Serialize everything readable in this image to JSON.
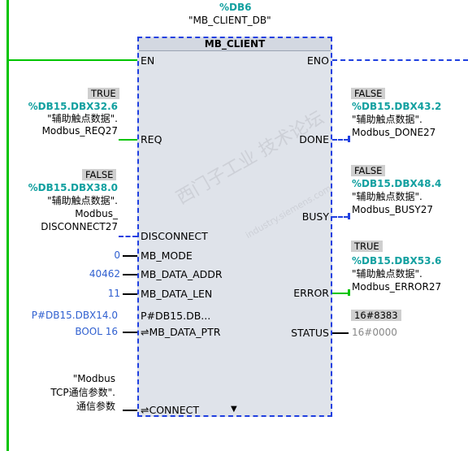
{
  "instance": {
    "db": "%DB6",
    "db_name": "\"MB_CLIENT_DB\""
  },
  "block": {
    "title": "MB_CLIENT"
  },
  "pins_left": {
    "en": "EN",
    "req": "REQ",
    "disconnect": "DISCONNECT",
    "mb_mode": "MB_MODE",
    "mb_data_addr": "MB_DATA_ADDR",
    "mb_data_len": "MB_DATA_LEN",
    "mb_data_ptr_val": "P#DB15.DB...",
    "mb_data_ptr": "⇌MB_DATA_PTR",
    "connect": "⇌CONNECT"
  },
  "pins_right": {
    "eno": "ENO",
    "done": "DONE",
    "busy": "BUSY",
    "error": "ERROR",
    "status": "STATUS"
  },
  "inputs": {
    "req": {
      "state": "TRUE",
      "addr": "%DB15.DBX32.6",
      "line1": "\"辅助触点数据\".",
      "line2": "Modbus_REQ27"
    },
    "disconnect": {
      "state": "FALSE",
      "addr": "%DB15.DBX38.0",
      "line1": "\"辅助触点数据\".",
      "line2": "Modbus_",
      "line3": "DISCONNECT27"
    },
    "mb_mode": "0",
    "mb_data_addr": "40462",
    "mb_data_len": "11",
    "mb_data_ptr": {
      "line1": "P#DB15.DBX14.0",
      "line2": "BOOL 16"
    },
    "connect": {
      "line1": "\"Modbus",
      "line2": "TCP通信参数\".",
      "line3": "通信参数"
    }
  },
  "outputs": {
    "done": {
      "state": "FALSE",
      "addr": "%DB15.DBX43.2",
      "line1": "\"辅助触点数据\".",
      "line2": "Modbus_DONE27"
    },
    "busy": {
      "state": "FALSE",
      "addr": "%DB15.DBX48.4",
      "line1": "\"辅助触点数据\".",
      "line2": "Modbus_BUSY27"
    },
    "error": {
      "state": "TRUE",
      "addr": "%DB15.DBX53.6",
      "line1": "\"辅助触点数据\".",
      "line2": "Modbus_ERROR27"
    },
    "status": {
      "value": "16#8383",
      "var": "16#0000"
    }
  },
  "watermark": {
    "line1": "西门子工业 技术论坛",
    "line2": "industry.siemens.com"
  },
  "colors": {
    "powered_wire": "#00c400",
    "block_border": "#1f3fe0",
    "address": "#12a0a0",
    "constant": "#3060d0"
  }
}
